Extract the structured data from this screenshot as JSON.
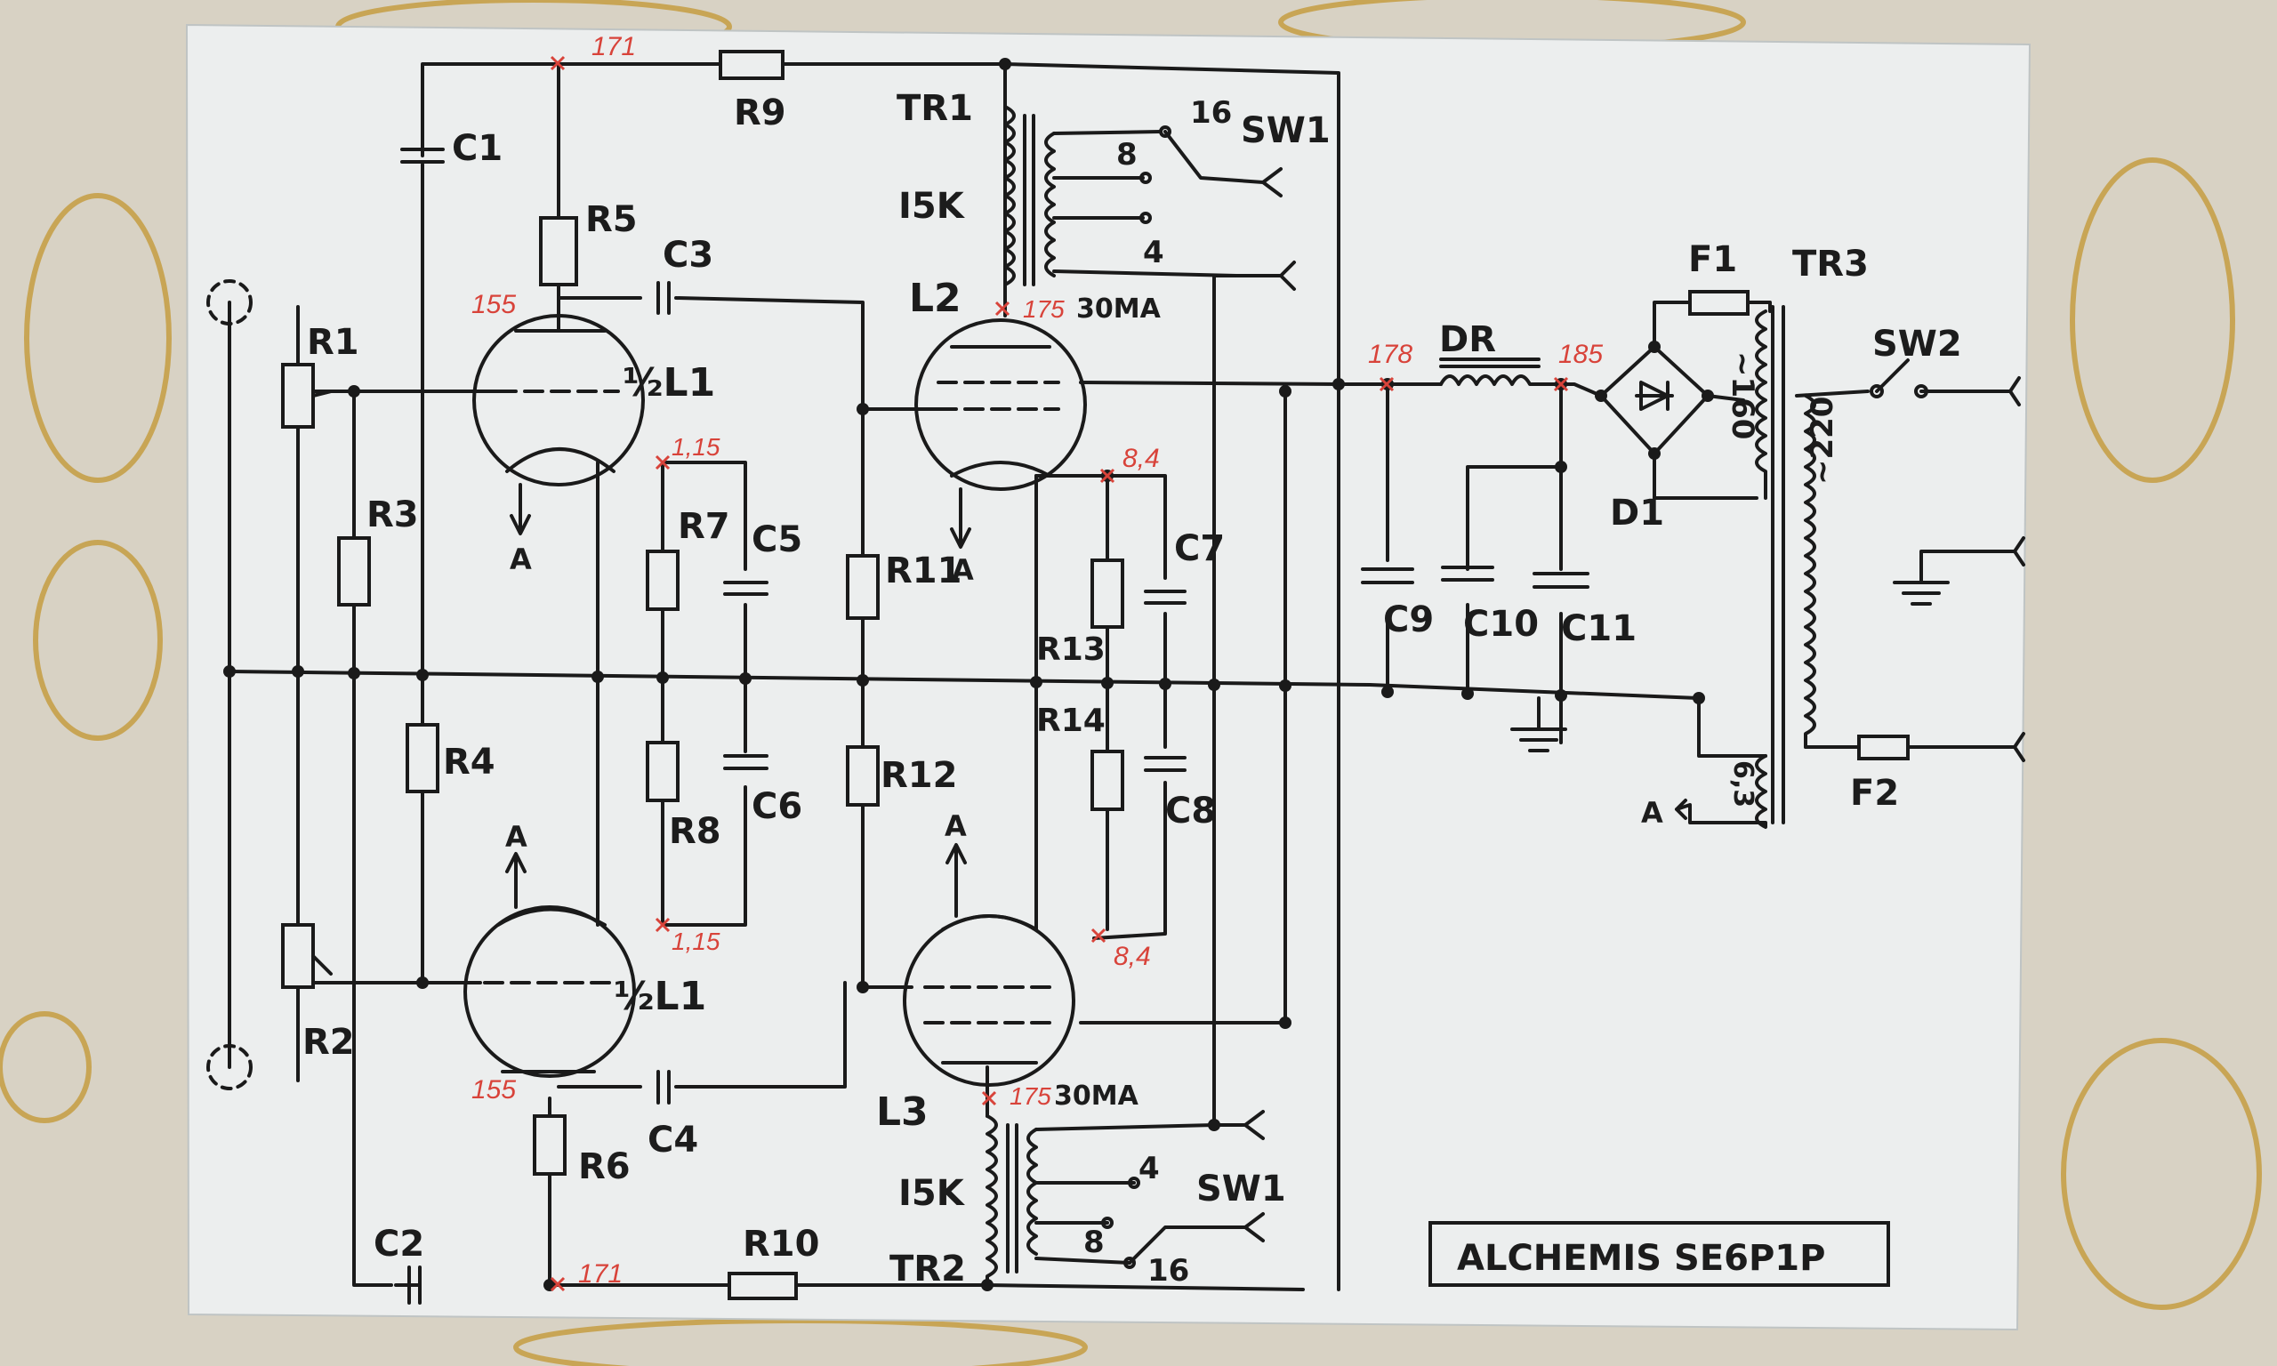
{
  "title": "ALCHEMIS SE6P1P",
  "components": {
    "R1": "R1",
    "R2": "R2",
    "R3": "R3",
    "R4": "R4",
    "R5": "R5",
    "R6": "R6",
    "R7": "R7",
    "R8": "R8",
    "R9": "R9",
    "R10": "R10",
    "R11": "R11",
    "R12": "R12",
    "R13": "R13",
    "R14": "R14",
    "C1": "C1",
    "C2": "C2",
    "C3": "C3",
    "C4": "C4",
    "C5": "C5",
    "C6": "C6",
    "C7": "C7",
    "C8": "C8",
    "C9": "C9",
    "C10": "C10",
    "C11": "C11",
    "L1a": "½L1",
    "L1b": "½L1",
    "L2": "L2",
    "L3": "L3",
    "TR1": "TR1",
    "TR2": "TR2",
    "TR3": "TR3",
    "DR": "DR",
    "D1": "D1",
    "F1": "F1",
    "F2": "F2",
    "SW1a": "SW1",
    "SW1b": "SW1",
    "SW2": "SW2"
  },
  "transformer": {
    "tr1_impedance": "I5K",
    "tr2_impedance": "I5K",
    "tap16a": "16",
    "tap8a": "8",
    "tap4a": "4",
    "tap4b": "4",
    "tap8b": "8",
    "tap16b": "16",
    "tr3_secondary": "~160",
    "tr3_primary": "~220",
    "tr3_heater": "6,3"
  },
  "currents": {
    "l2": "30MA",
    "l3": "30MA"
  },
  "heater_marks": {
    "a1": "A",
    "a2": "A",
    "a3": "A",
    "a4": "A",
    "a5": "A"
  },
  "voltages": {
    "v171_top": "171",
    "v171_bot": "171",
    "v155_top": "155",
    "v155_bot": "155",
    "v115_top": "1,15",
    "v115_bot": "1,15",
    "v175_l2": "175",
    "v175_l3": "175",
    "v84_top": "8,4",
    "v84_bot": "8,4",
    "v178": "178",
    "v185": "185"
  },
  "colors": {
    "paper": "#eceeee",
    "ink": "#1a1a1a",
    "measure": "#d8433a",
    "tablecloth": "#d8d2c4",
    "lace": "#c49a3a"
  }
}
